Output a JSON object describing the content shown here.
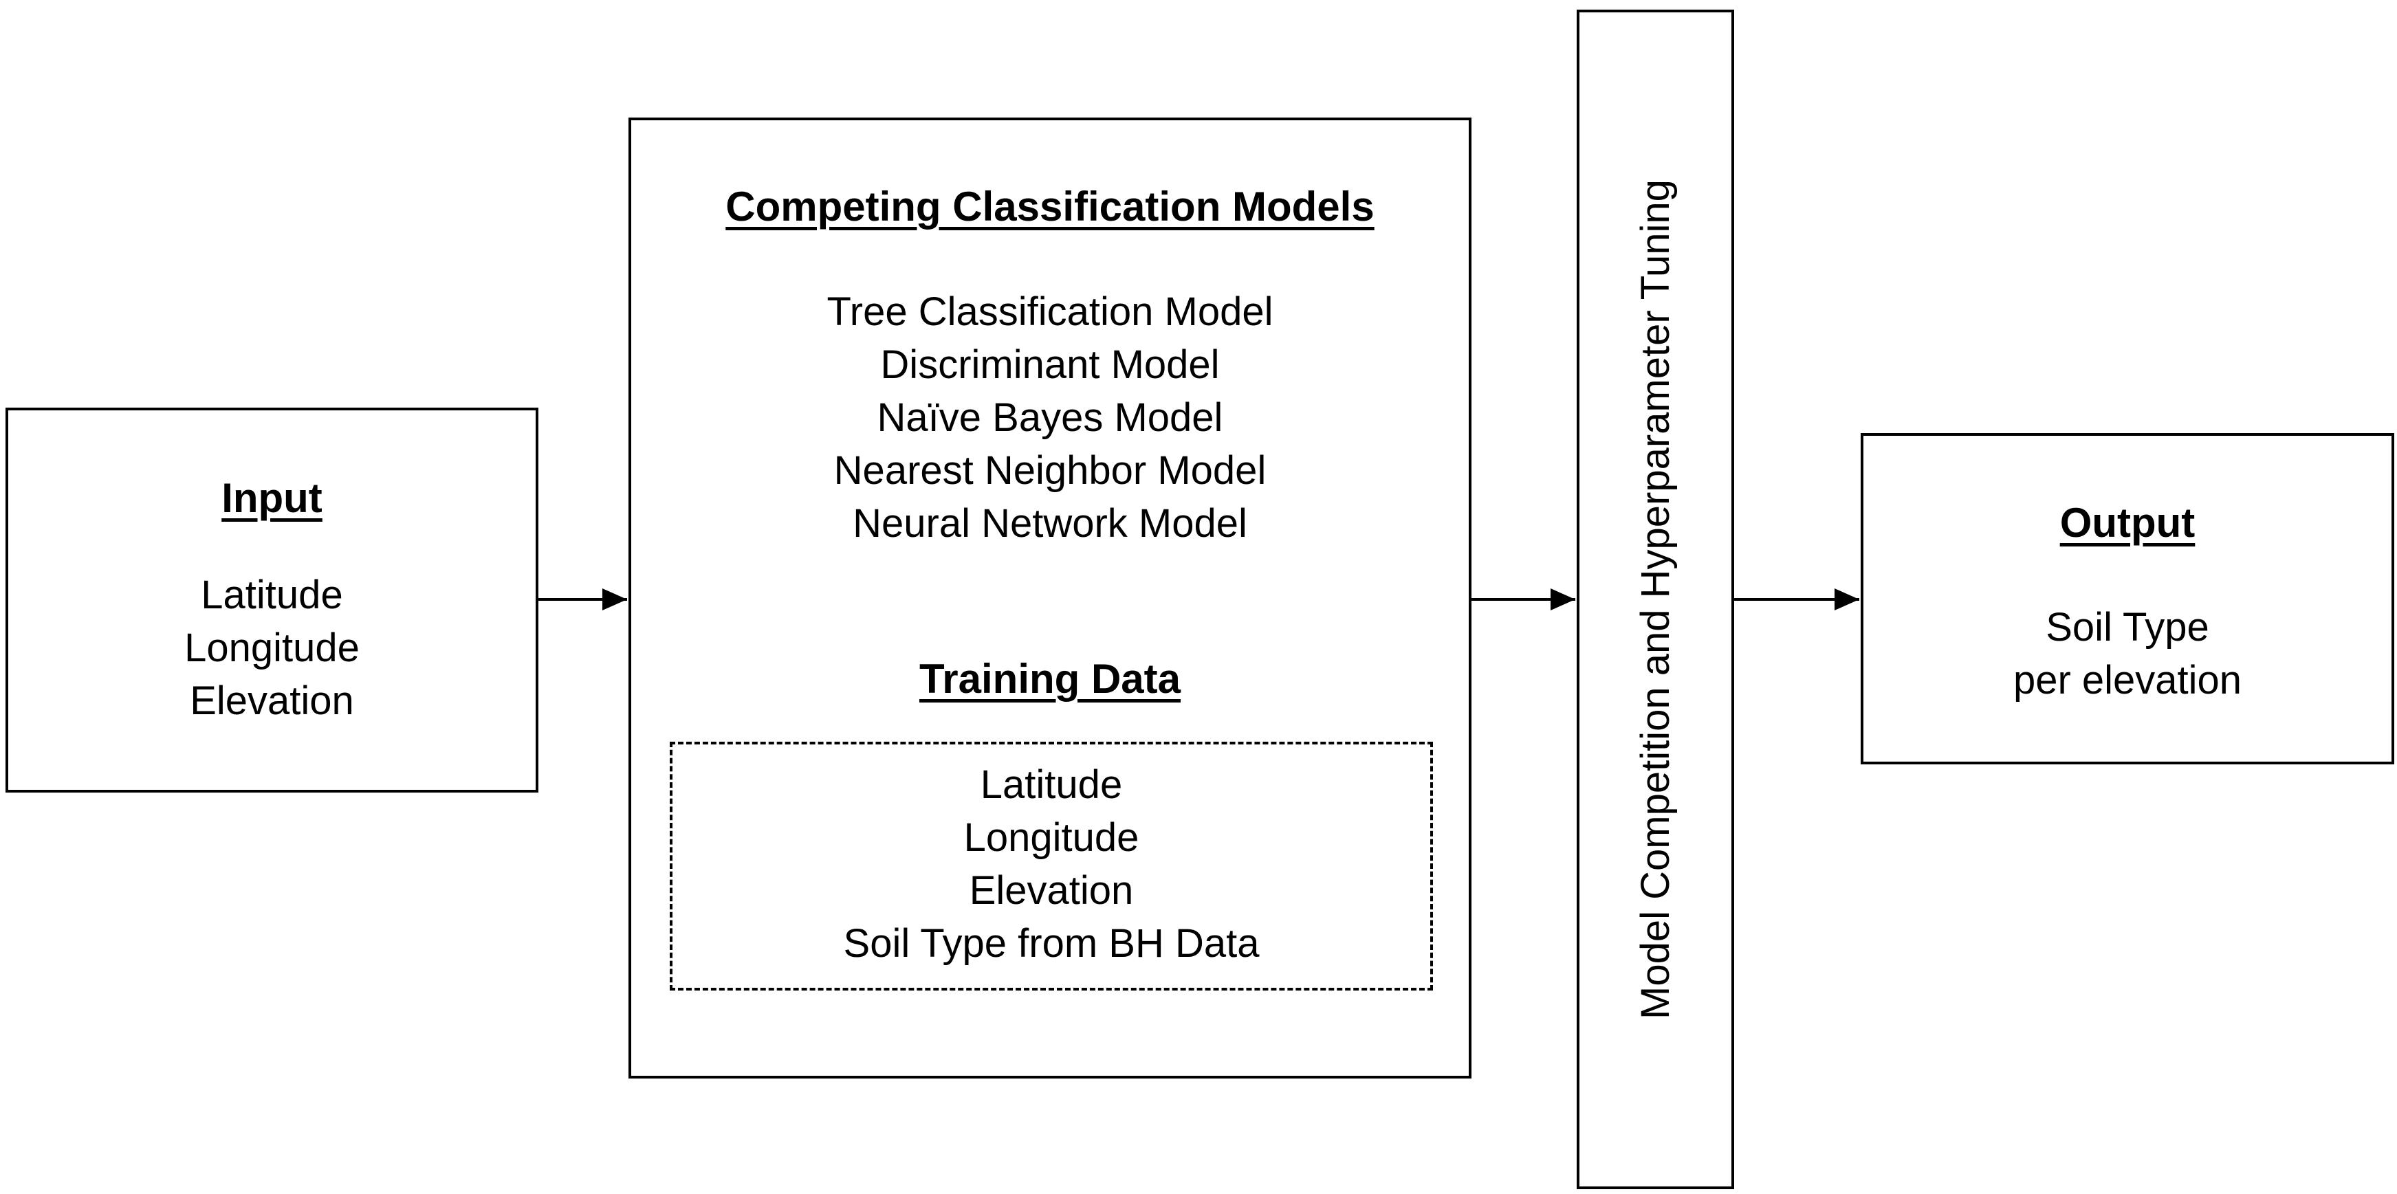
{
  "input": {
    "heading": "Input",
    "lines": [
      "Latitude",
      "Longitude",
      "Elevation"
    ]
  },
  "models": {
    "heading": "Competing Classification Models",
    "items": [
      "Tree Classification Model",
      "Discriminant Model",
      "Naïve Bayes Model",
      "Nearest Neighbor Model",
      "Neural Network Model"
    ],
    "training": {
      "heading": "Training Data",
      "lines": [
        "Latitude",
        "Longitude",
        "Elevation",
        "Soil Type from BH Data"
      ]
    }
  },
  "tuning": {
    "label": "Model Competition and Hyperparameter Tuning"
  },
  "output": {
    "heading": "Output",
    "lines": [
      "Soil Type",
      "per elevation"
    ]
  },
  "colors": {
    "stroke": "#000000",
    "background": "#ffffff"
  }
}
